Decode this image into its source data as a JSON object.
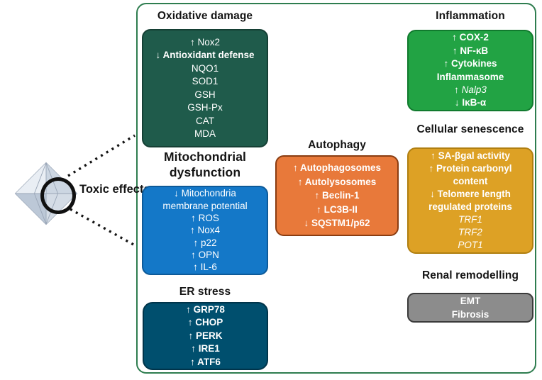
{
  "panel": {
    "border_color": "#2e7d4f",
    "background": "#ffffff"
  },
  "source": {
    "label": "Toxic effects",
    "icon": "crystal-diamond-icon",
    "marker": "circle-ring-icon",
    "connector_style": "dotted-black-lines"
  },
  "sections": [
    {
      "id": "oxidative-damage",
      "title": "Oxidative damage",
      "fill": "#1f5b4b",
      "border": "#153f34",
      "lines": [
        "↑ Nox2",
        "↓ Antioxidant defense",
        "NQO1",
        "SOD1",
        "GSH",
        "GSH-Px",
        "CAT",
        "MDA"
      ]
    },
    {
      "id": "mitochondrial-dysfunction",
      "title": "Mitochondrial dysfunction",
      "fill": "#1478c8",
      "border": "#0d5a99",
      "lines": [
        "↓ Mitochondria",
        "membrane potential",
        "↑ ROS",
        "↑ Nox4",
        "↑ p22",
        "↑ OPN",
        "↑ IL-6"
      ]
    },
    {
      "id": "er-stress",
      "title": "ER stress",
      "fill": "#004f6e",
      "border": "#00344a",
      "lines": [
        "↑ GRP78",
        "↑ CHOP",
        "↑ PERK",
        "↑ IRE1",
        "↑ ATF6"
      ]
    },
    {
      "id": "autophagy",
      "title": "Autophagy",
      "fill": "#e8793a",
      "border": "#8a3d12",
      "lines": [
        "↑ Autophagosomes",
        "↑ Autolysosomes",
        "↑ Beclin-1",
        "↑ LC3B-II",
        "↓ SQSTM1/p62"
      ]
    },
    {
      "id": "inflammation",
      "title": "Inflammation",
      "fill": "#22a344",
      "border": "#117a2e",
      "lines": [
        "↑ COX-2",
        "↑ NF-κB",
        "↑ Cytokines",
        "Inflammasome",
        "↑ Nalp3",
        "↓ IκB-α"
      ]
    },
    {
      "id": "cellular-senescence",
      "title": "Cellular senescence",
      "fill": "#dda125",
      "border": "#b07f11",
      "lines": [
        "↑ SA-βgal activity",
        "↑ Protein carbonyl",
        "content",
        "↓ Telomere length",
        "regulated proteins",
        "TRF1",
        "TRF2",
        "POT1"
      ]
    },
    {
      "id": "renal-remodelling",
      "title": "Renal remodelling",
      "fill": "#8c8c8c",
      "border": "#3b3b3b",
      "lines": [
        "EMT",
        "Fibrosis"
      ]
    }
  ]
}
